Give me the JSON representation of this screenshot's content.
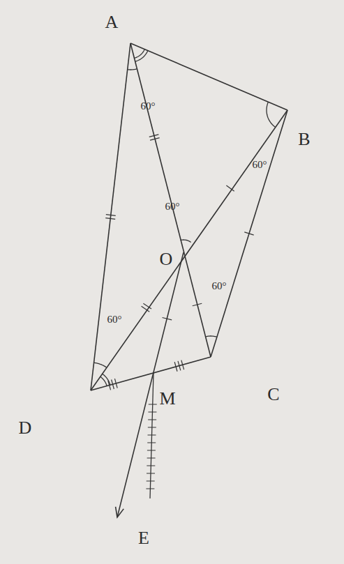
{
  "diagram": {
    "labels": [
      "A",
      "B",
      "C",
      "D",
      "O",
      "M",
      "E",
      "60°",
      "60°",
      "60°",
      "60°",
      "60°"
    ]
  }
}
